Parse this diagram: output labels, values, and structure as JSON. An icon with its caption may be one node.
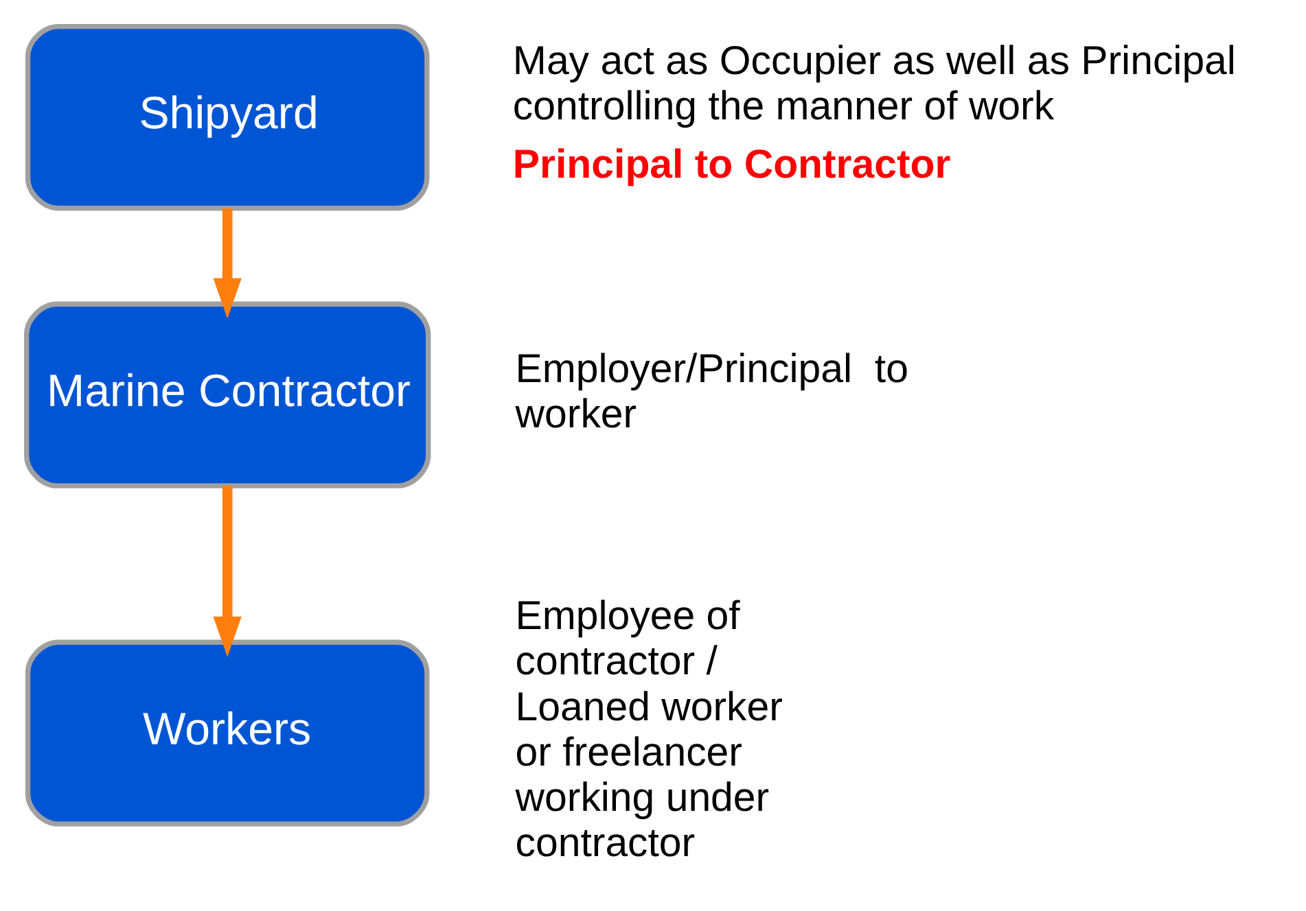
{
  "diagram": {
    "nodes": [
      {
        "text": [
          "Shipyard"
        ],
        "beside": [
          "May act as Occupier as well as Principal controlling the manner of work",
          "Principal to Contractor"
        ]
      },
      {
        "text": [
          "Marine Contractor"
        ],
        "beside": [
          "Employer/Principal  to worker"
        ]
      },
      {
        "text": [
          "Workers"
        ],
        "beside": [
          "Employee of contractor / Loaned worker or freelancer working under contractor"
        ]
      }
    ],
    "edges": [
      {
        "from": 0,
        "to": 1,
        "arrow": "to"
      },
      {
        "from": 1,
        "to": 2,
        "arrow": "to"
      }
    ]
  }
}
